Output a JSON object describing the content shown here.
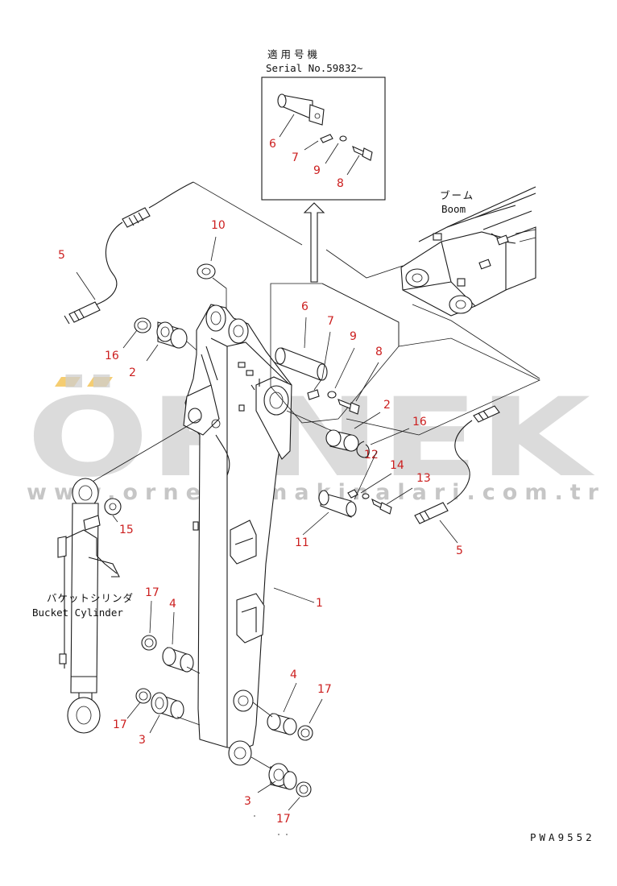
{
  "header": {
    "title_jp": "適用号機",
    "title_en": "Serial No.59832~"
  },
  "labels": {
    "boom_jp": "ブーム",
    "boom_en": "Boom",
    "bucket_cyl_jp": "バケットシリンダ",
    "bucket_cyl_en": "Bucket Cylinder",
    "drawing_code": "PWA9552"
  },
  "watermark": {
    "brand": "ÖRNEK",
    "url": "www.ornekismakinalari.com.tr"
  },
  "callouts": {
    "c1": "1",
    "c2a": "2",
    "c2b": "2",
    "c3a": "3",
    "c3b": "3",
    "c4a": "4",
    "c4b": "4",
    "c5a": "5",
    "c5b": "5",
    "c6a": "6",
    "c6b": "6",
    "c7a": "7",
    "c7b": "7",
    "c8a": "8",
    "c8b": "8",
    "c9a": "9",
    "c9b": "9",
    "c10": "10",
    "c11": "11",
    "c12": "12",
    "c13": "13",
    "c14": "14",
    "c15": "15",
    "c16a": "16",
    "c16b": "16",
    "c17a": "17",
    "c17b": "17",
    "c17c": "17",
    "c17d": "17"
  },
  "colors": {
    "callout": "#cc1f1f",
    "line": "#1a1a1a",
    "watermark": "#c8c8c8",
    "watermark_accent": "#f2c14e"
  }
}
